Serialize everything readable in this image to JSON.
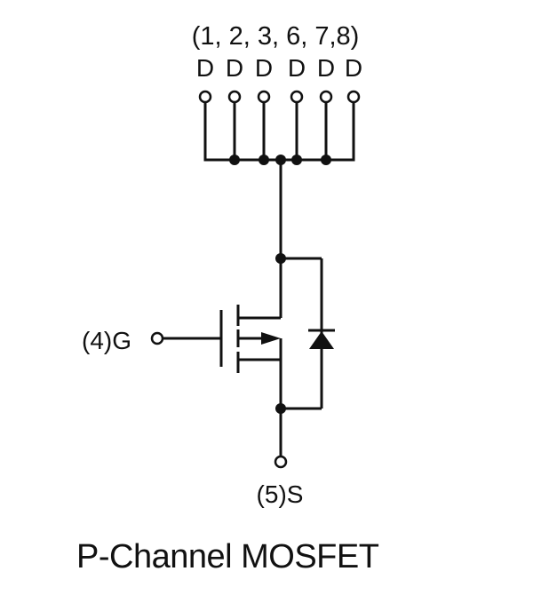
{
  "pins_header": "(1, 2, 3, 6, 7,8)",
  "drain_labels": [
    "D",
    "D",
    "D",
    "D",
    "D",
    "D"
  ],
  "gate_label": "(4)G",
  "source_label": "(5)S",
  "title": "P-Channel MOSFET",
  "colors": {
    "line": "#111111",
    "background": "#ffffff"
  }
}
